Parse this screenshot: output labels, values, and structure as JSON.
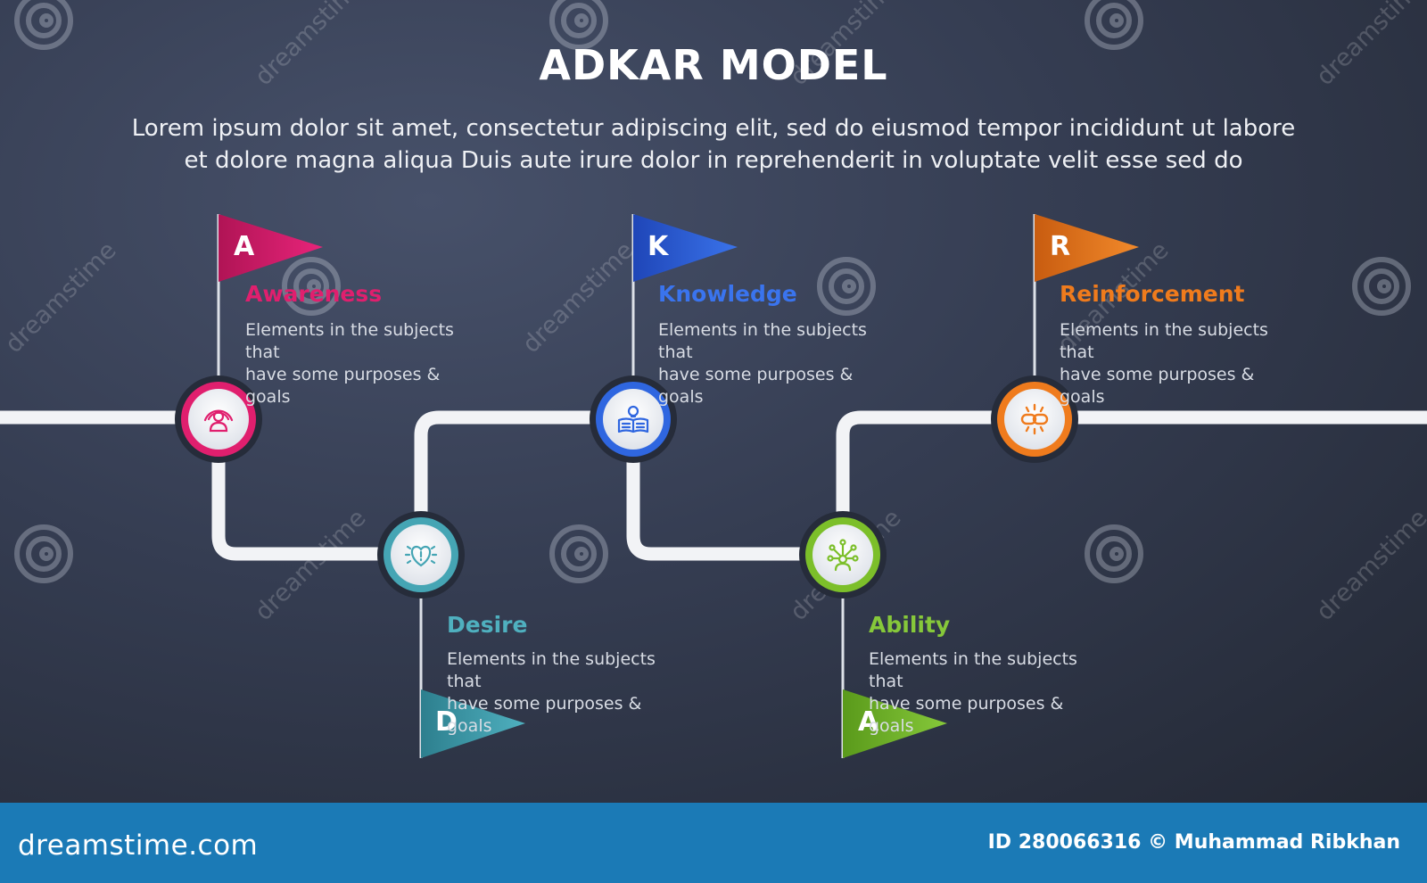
{
  "title": "ADKAR MODEL",
  "subtitle_line1": "Lorem ipsum dolor sit amet, consectetur adipiscing elit, sed do eiusmod tempor incididunt ut labore",
  "subtitle_line2": "et dolore magna aliqua Duis aute irure dolor in reprehenderit in voluptate velit esse sed do",
  "stages": [
    {
      "letter": "A",
      "title": "Awareness",
      "desc_line1": "Elements in the subjects that",
      "desc_line2": "have  some purposes & goals",
      "color": "#e01f6e",
      "icon": "person-broadcast-icon"
    },
    {
      "letter": "D",
      "title": "Desire",
      "desc_line1": "Elements in the subjects that",
      "desc_line2": "have  some purposes & goals",
      "color": "#45a5b4",
      "icon": "heart-rays-icon"
    },
    {
      "letter": "K",
      "title": "Knowledge",
      "desc_line1": "Elements in the subjects that",
      "desc_line2": "have  some purposes & goals",
      "color": "#2f66e0",
      "icon": "book-bulb-icon"
    },
    {
      "letter": "A",
      "title": "Ability",
      "desc_line1": "Elements in the subjects that",
      "desc_line2": "have  some purposes & goals",
      "color": "#7cbf2a",
      "icon": "person-network-icon"
    },
    {
      "letter": "R",
      "title": "Reinforcement",
      "desc_line1": "Elements in the subjects that",
      "desc_line2": "have  some purposes & goals",
      "color": "#ef7b1d",
      "icon": "chain-link-icon"
    }
  ],
  "watermark": {
    "text": "dreamstime"
  },
  "footer": {
    "brand": "dreamstime.com",
    "credit": "ID 280066316 © Muhammad Ribkhan",
    "background": "#1b7ab6"
  }
}
